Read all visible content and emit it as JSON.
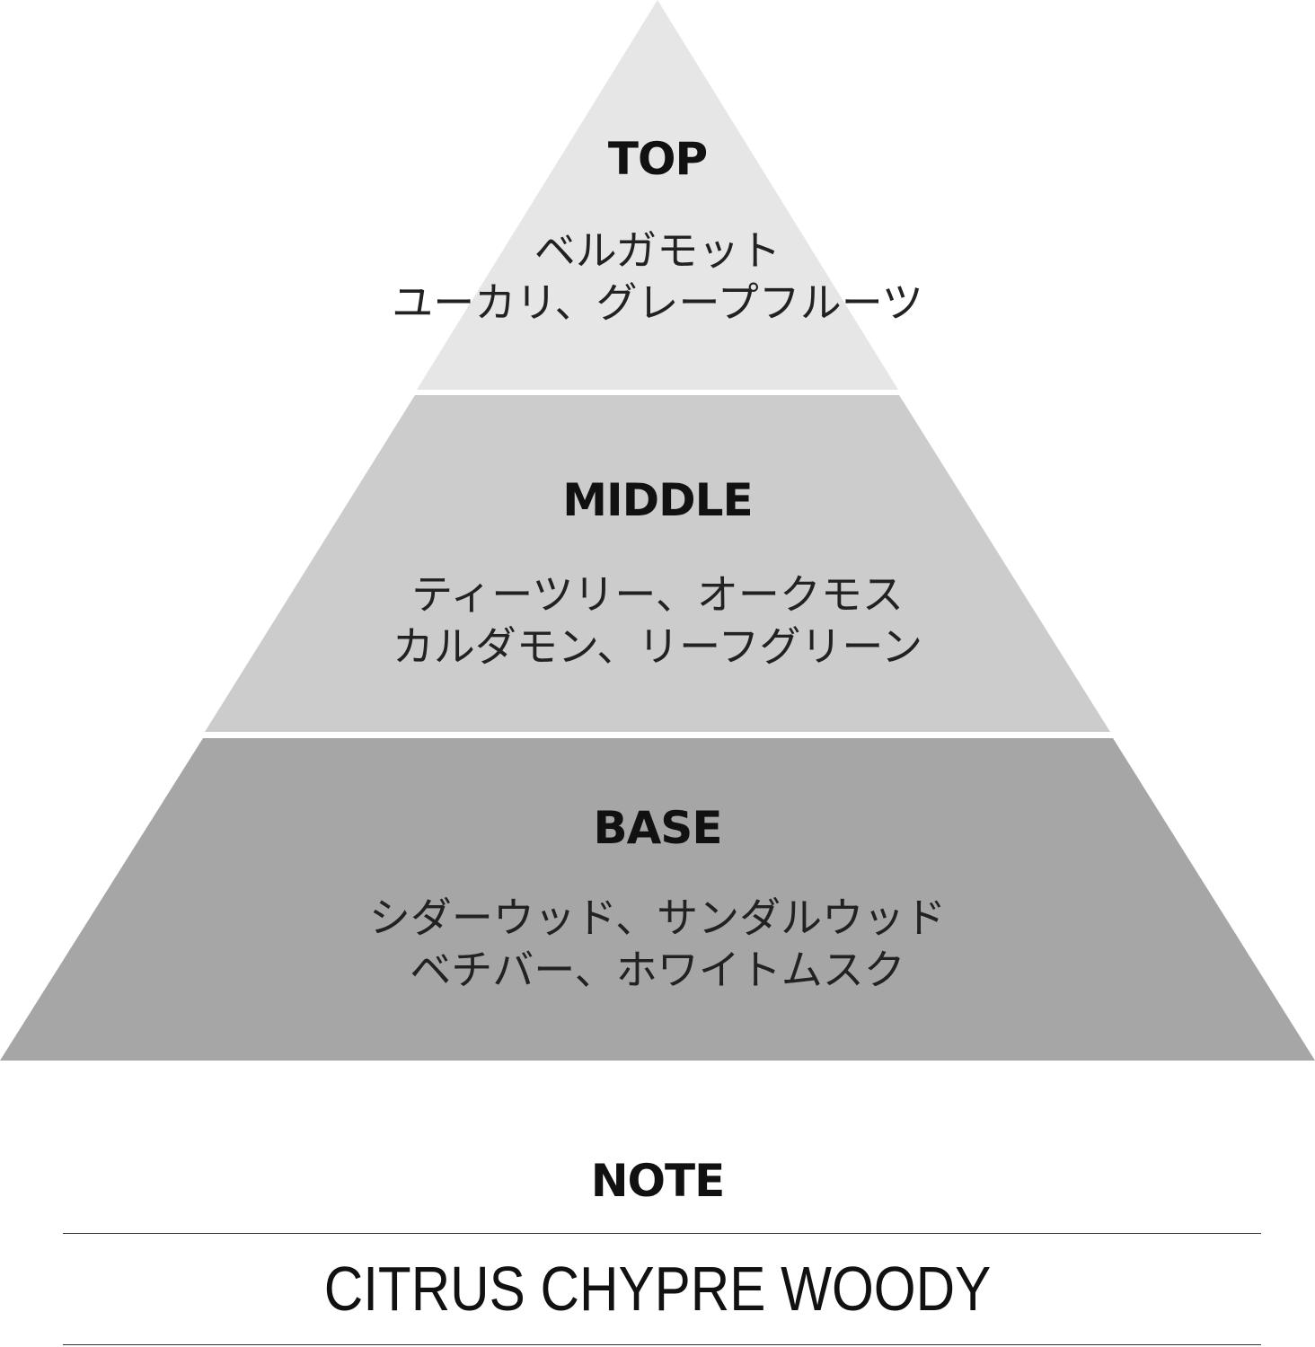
{
  "pyramid": {
    "tiers": [
      {
        "title": "TOP",
        "notes": [
          "ベルガモット",
          "ユーカリ、グレープフルーツ"
        ],
        "color": "#e6e6e6"
      },
      {
        "title": "MIDDLE",
        "notes": [
          "ティーツリー、オークモス",
          "カルダモン、リーフグリーン"
        ],
        "color": "#cccccc"
      },
      {
        "title": "BASE",
        "notes": [
          "シダーウッド、サンダルウッド",
          "ベチバー、ホワイトムスク"
        ],
        "color": "#a6a6a6"
      }
    ]
  },
  "note": {
    "heading": "NOTE",
    "family": "CITRUS CHYPRE WOODY"
  }
}
